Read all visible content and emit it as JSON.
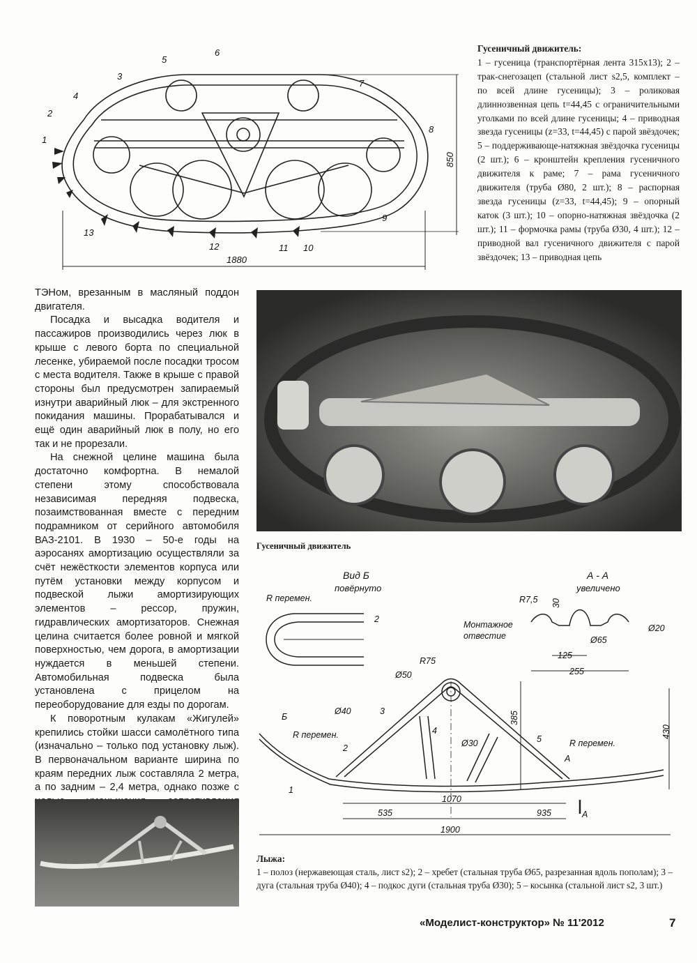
{
  "track_legend": {
    "title": "Гусеничный движитель:",
    "text": "1 – гусеница (транспортёрная лента 315x13); 2 – трак-снегозацеп (стальной лист s2,5, комплект – по всей длине гусеницы); 3 – роликовая длиннозвенная цепь t=44,45 с ограничительными уголками по всей длине гусеницы; 4 – приводная звезда гусеницы (z=33, t=44,45) с парой звёздочек; 5 – поддерживающе-натяжная звёздочка гусеницы (2 шт.); 6 – кронштейн крепления гусеничного движителя к раме; 7 – рама гусеничного движителя (труба Ø80, 2 шт.); 8 – распорная звезда гусеницы (z=33, t=44,45); 9 – опорный каток (3 шт.); 10 – опорно-натяжная звёздочка (2 шт.); 11 – формочка рамы (труба Ø30, 4 шт.); 12 – приводной вал гусеничного движителя с парой звёздочек; 13 – приводная цепь"
  },
  "track_drawing": {
    "callouts": [
      "1",
      "2",
      "3",
      "4",
      "5",
      "6",
      "7",
      "8",
      "9",
      "10",
      "11",
      "12",
      "13"
    ],
    "dim_length": "1880",
    "dim_height": "850"
  },
  "body_paragraphs": [
    "ТЭНом, врезанным в масляный поддон двигателя.",
    "Посадка и высадка водителя и пассажиров производились через люк в крыше с левого борта по специальной лесенке, убираемой после посадки тросом с места водителя. Также в крыше с правой стороны был предусмотрен запираемый изнутри аварийный люк – для экстренного покидания машины. Прорабатывался и ещё один аварийный люк в полу, но его так и не прорезали.",
    "На снежной целине машина была достаточно комфортна. В немалой степени этому способствовала независимая передняя подвеска, позаимствованная вместе с передним подрамником от серийного автомобиля ВАЗ-2101. В 1930 – 50-е годы на аэросанях амортизацию осуществляли за счёт нежёсткости элементов корпуса или путём установки между корпусом и подвеской лыжи амортизирующих элементов – рессор, пружин, гидравлических амортизаторов. Снежная целина считается более ровной и мягкой поверхностью, чем дорога, в амортизации нуждается в меньшей степени. Автомобильная подвеска была установлена с прицелом на переоборудование для езды по дорогам.",
    "К поворотным кулакам «Жигулей» крепились стойки шасси самолётного типа (изначально – только под установку лыж). В первоначальном варианте ширина по краям передних лыж составляла 2 метра, а по задним – 2,4 метра, однако позже с целью уменьшения сопротивления движению ширина стала одинаковой – 2,4 метра. При этом сохранилась и возможность поворота колёс."
  ],
  "photo_caption": "Гусеничный движитель",
  "ski_drawing": {
    "view_b_title": "Вид Б",
    "view_b_sub": "повёрнуто",
    "view_b_r": "R перемен.",
    "view_b_callout": "2",
    "section_title": "А - А",
    "section_sub": "увеличено",
    "r75_small": "R7,5",
    "dim_30": "30",
    "dim_d20": "Ø20",
    "dim_d65": "Ø65",
    "dim_125": "125",
    "dim_255": "255",
    "mount_label_1": "Монтажное",
    "mount_label_2": "отвестие",
    "r75": "R75",
    "d50": "Ø50",
    "d40": "Ø40",
    "d30": "Ø30",
    "dim_385": "385",
    "dim_430": "430",
    "r_var_left": "R перемен.",
    "r_var_right": "R перемен.",
    "view_b_arrow": "Б",
    "sec_a_top": "А",
    "sec_a_bottom": "А",
    "dim_1070": "1070",
    "dim_535": "535",
    "dim_935": "935",
    "dim_1900": "1900",
    "callouts": [
      "1",
      "2",
      "3",
      "4",
      "5"
    ]
  },
  "ski_legend": {
    "title": "Лыжа:",
    "text": "1 – полоз (нержавеющая сталь, лист s2); 2 – хребет (стальная труба Ø65, разрезанная вдоль пополам); 3 – дуга (стальная труба Ø40); 4 – подкос дуги (стальная труба Ø30); 5 – косынка (стальной лист s2, 3 шт.)"
  },
  "footer": {
    "magazine": "«Моделист-конструктор» № 11'2012",
    "page": "7"
  }
}
